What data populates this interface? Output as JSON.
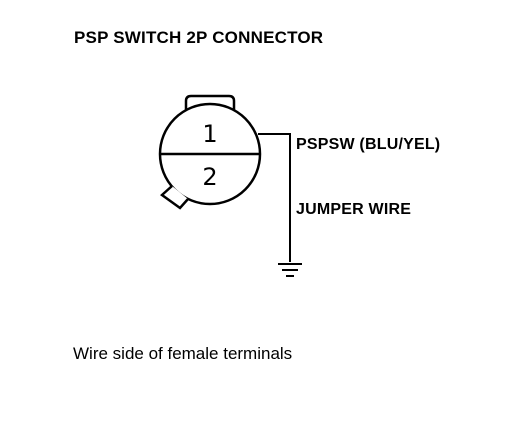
{
  "title": "PSP SWITCH 2P CONNECTOR",
  "connector": {
    "pins": [
      "1",
      "2"
    ],
    "wire_label": "PSPSW (BLU/YEL)",
    "jumper_label": "JUMPER WIRE"
  },
  "caption": "Wire side of female terminals"
}
